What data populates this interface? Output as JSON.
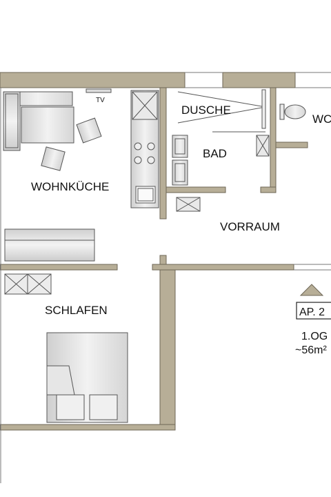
{
  "rooms": {
    "wohnkueche": "WOHNKÜCHE",
    "dusche": "DUSCHE",
    "bad": "BAD",
    "wc": "WC",
    "vorraum": "VORRAUM",
    "schlafen": "SCHLAFEN"
  },
  "furniture": {
    "tv": "TV"
  },
  "unit": {
    "id": "AP. 2",
    "floor": "1.OG",
    "area": "~56m²"
  },
  "colors": {
    "wall": "#b7ae97",
    "wall_stroke": "#6d6656",
    "furniture_stroke": "#555555"
  }
}
